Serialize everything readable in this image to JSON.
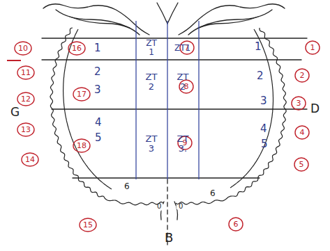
{
  "diagram": {
    "nodes": [
      {
        "text": [
          "10"
        ]
      },
      {
        "text": [
          "16"
        ]
      },
      {
        "text": [
          "7"
        ]
      },
      {
        "text": [
          "1"
        ]
      },
      {
        "text": [
          "11"
        ]
      },
      {
        "text": [
          "2"
        ]
      },
      {
        "text": [
          "12"
        ]
      },
      {
        "text": [
          "17"
        ]
      },
      {
        "text": [
          "8"
        ]
      },
      {
        "text": [
          "3"
        ]
      },
      {
        "text": [
          "13"
        ]
      },
      {
        "text": [
          "18"
        ]
      },
      {
        "text": [
          "9"
        ]
      },
      {
        "text": [
          "4"
        ]
      },
      {
        "text": [
          "14"
        ]
      },
      {
        "text": [
          "5"
        ]
      },
      {
        "text": [
          "15"
        ]
      },
      {
        "text": [
          "6"
        ]
      }
    ],
    "labels": [
      "1",
      "ZT 1",
      "ZT1",
      "1",
      "2",
      "3",
      "ZT 2",
      "ZT 2",
      "2",
      "3",
      "4",
      "5",
      "ZT 3",
      "ZT 3.",
      "4",
      "5",
      "6",
      "6",
      "0",
      "0",
      "G",
      "D",
      "B"
    ]
  }
}
